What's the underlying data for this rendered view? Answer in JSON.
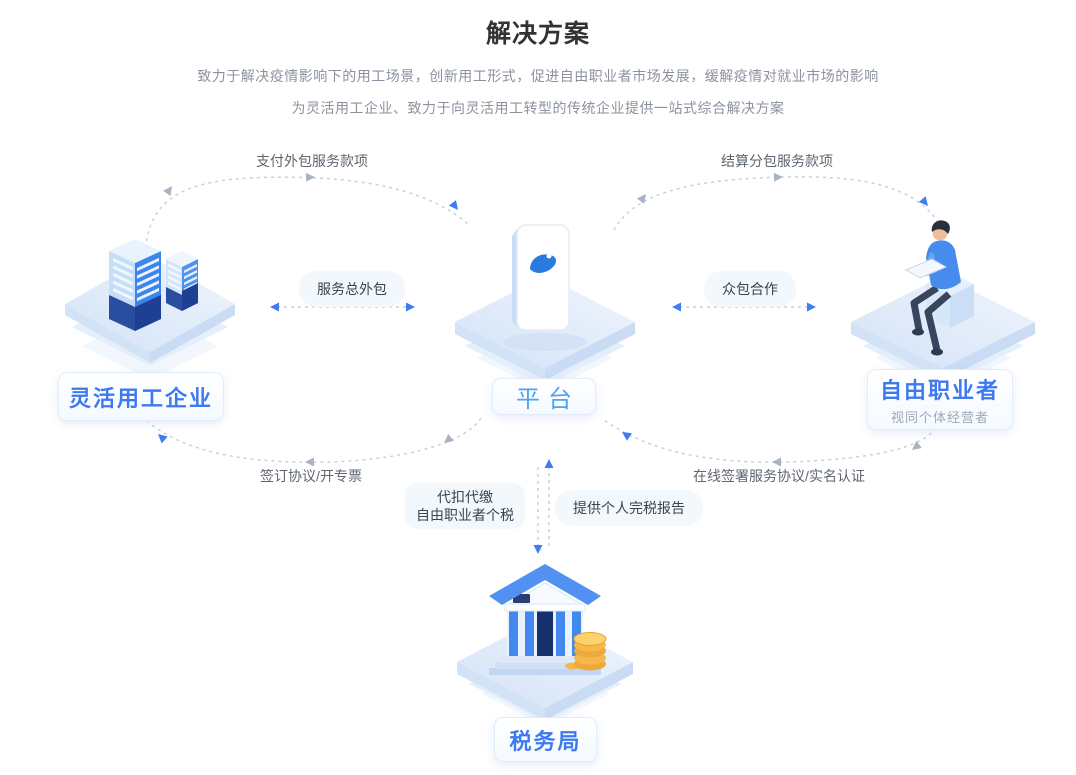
{
  "header": {
    "title": "解决方案",
    "subtitle_line1": "致力于解决疫情影响下的用工场景，创新用工形式，促进自由职业者市场发展，缓解疫情对就业市场的影响",
    "subtitle_line2": "为灵活用工企业、致力于向灵活用工转型的传统企业提供一站式综合解决方案"
  },
  "nodes": {
    "enterprise": {
      "label": "灵活用工企业",
      "icon": "office-buildings-illustration"
    },
    "platform": {
      "label": "平台",
      "icon": "smartphone-illustration"
    },
    "freelancer": {
      "label": "自由职业者",
      "sublabel": "视同个体经营者",
      "icon": "freelancer-on-cube-illustration"
    },
    "tax_bureau": {
      "label": "税务局",
      "icon": "bank-with-coins-illustration"
    }
  },
  "edges": {
    "pay_outsourcing": {
      "label": "支付外包服务款项",
      "from": "enterprise",
      "to": "platform"
    },
    "settle_subcontract": {
      "label": "结算分包服务款项",
      "from": "platform",
      "to": "freelancer"
    },
    "service_outsourcing": {
      "label": "服务总外包",
      "between": "enterprise-platform"
    },
    "crowdsourcing": {
      "label": "众包合作",
      "between": "platform-freelancer"
    },
    "sign_agreement": {
      "label": "签订协议/开专票",
      "from": "platform",
      "to": "enterprise"
    },
    "withhold_tax": {
      "label_line1": "代扣代缴",
      "label_line2": "自由职业者个税",
      "from": "platform",
      "to": "tax_bureau"
    },
    "tax_report": {
      "label": "提供个人完税报告",
      "from": "tax_bureau",
      "to": "platform"
    },
    "online_sign": {
      "label": "在线签署服务协议/实名认证",
      "from": "freelancer",
      "to": "platform"
    }
  },
  "colors": {
    "accent_blue": "#3E7CF2",
    "platform_text_blue": "#4DA4F2",
    "node_text_blue": "#3E79F0",
    "dash_gray": "#C7CDD9",
    "arrow_gray": "#A9B3C4",
    "title_dark": "#333333",
    "subtitle_gray": "#8B929E",
    "edge_label_gray": "#5E6670",
    "pill_bg": "#F3F8FD",
    "coin_gold": "#F6B84B"
  }
}
